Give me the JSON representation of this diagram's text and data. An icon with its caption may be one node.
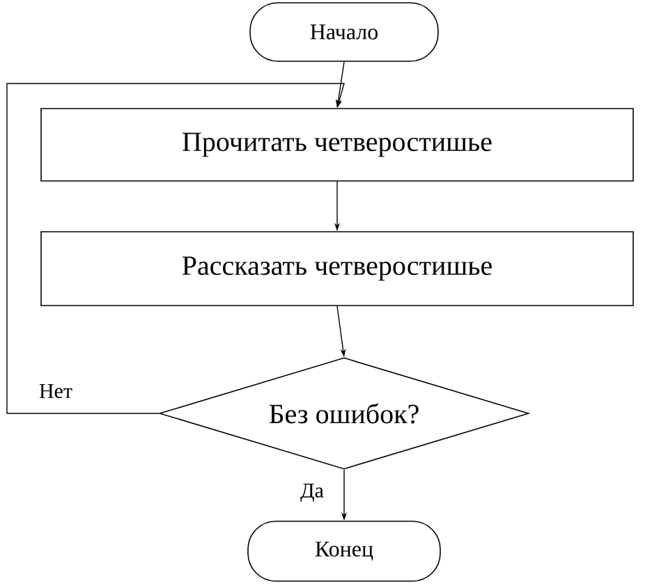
{
  "diagram": {
    "nodes": [
      {
        "text": [
          "Начало"
        ]
      },
      {
        "text": [
          "Прочитать четверостишье"
        ]
      },
      {
        "text": [
          "Рассказать четверостишье"
        ]
      },
      {
        "text": [
          "Без ошибок?"
        ]
      },
      {
        "text": [
          "Конец"
        ]
      }
    ],
    "edges": [
      {
        "from": 0,
        "to": 1,
        "arrow": "to"
      },
      {
        "from": 1,
        "to": 2,
        "arrow": "to"
      },
      {
        "from": 2,
        "to": 3,
        "arrow": "to"
      },
      {
        "from": 3,
        "to": 1,
        "arrow": "to",
        "label": "Нет"
      },
      {
        "from": 3,
        "to": 4,
        "arrow": "to",
        "label": "Да"
      }
    ]
  }
}
